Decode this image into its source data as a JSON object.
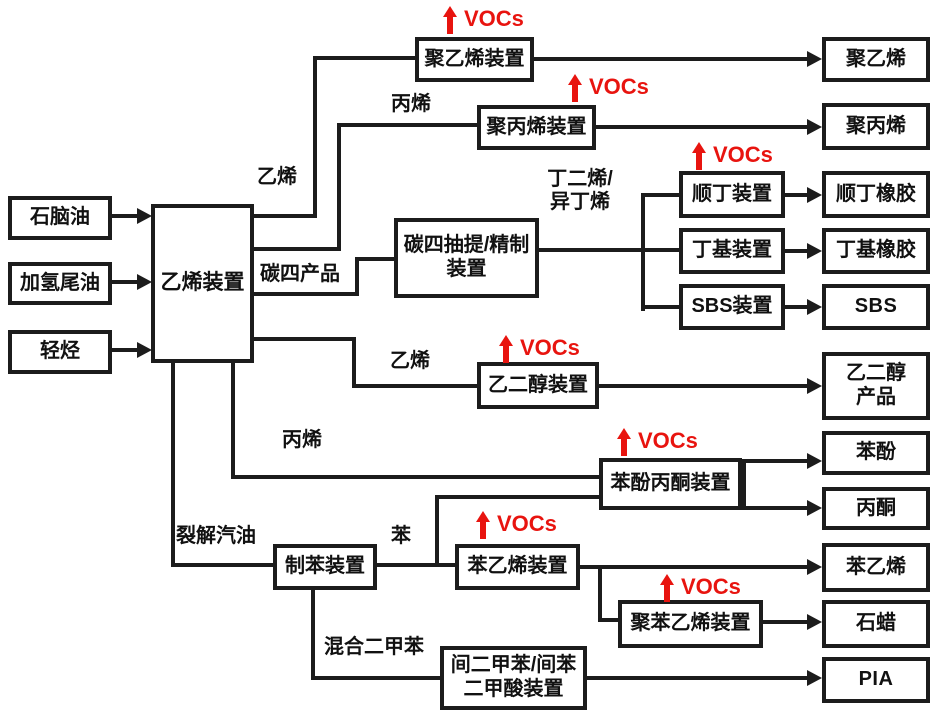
{
  "colors": {
    "line": "#1c1c1c",
    "vocs_red": "#e8140f",
    "background": "#ffffff"
  },
  "vocs_label": "VOCs",
  "feeds": {
    "naphtha": "石脑油",
    "hydrogenated_tail_oil": "加氢尾油",
    "light_hydrocarbon": "轻烃"
  },
  "core_unit": {
    "ethylene_plant": "乙烯装置"
  },
  "units": {
    "polyethylene": "聚乙烯装置",
    "polypropylene": "聚丙烯装置",
    "c4_extraction": "碳四抽提/精制\n装置",
    "cis_polybutadiene": "顺丁装置",
    "butyl": "丁基装置",
    "sbs": "SBS装置",
    "ethylene_glycol": "乙二醇装置",
    "phenol_acetone": "苯酚丙酮装置",
    "benzene_unit": "制苯装置",
    "styrene": "苯乙烯装置",
    "polystyrene": "聚苯乙烯装置",
    "mx_ipa": "间二甲苯/间苯\n二甲酸装置"
  },
  "products": {
    "polyethylene": "聚乙烯",
    "polypropylene": "聚丙烯",
    "cis_rubber": "顺丁橡胶",
    "butyl_rubber": "丁基橡胶",
    "sbs": "SBS",
    "ethylene_glycol": "乙二醇\n产品",
    "phenol": "苯酚",
    "acetone": "丙酮",
    "styrene": "苯乙烯",
    "wax": "石蜡",
    "pia": "PIA"
  },
  "streams": {
    "ethylene_top": "乙烯",
    "propylene_top": "丙烯",
    "c4_products": "碳四产品",
    "butadiene_isobutene": "丁二烯/\n异丁烯",
    "ethylene_mid": "乙烯",
    "propylene_mid": "丙烯",
    "pyrolysis_gasoline": "裂解汽油",
    "benzene": "苯",
    "mixed_xylene": "混合二甲苯"
  }
}
